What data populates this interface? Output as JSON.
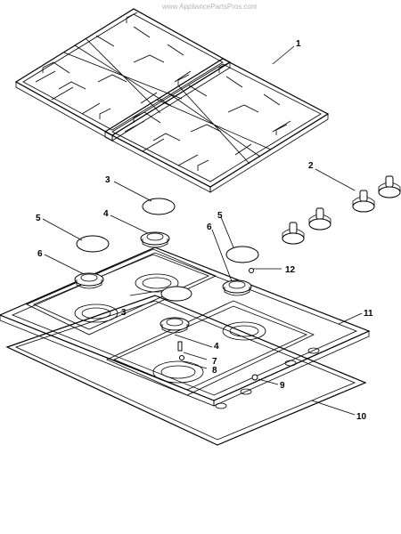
{
  "watermark": "www.AppliancePartsPros.com",
  "callouts": {
    "c1": "1",
    "c2": "2",
    "c3a": "3",
    "c3b": "3",
    "c4a": "4",
    "c4b": "4",
    "c5a": "5",
    "c5b": "5",
    "c6a": "6",
    "c6b": "6",
    "c7": "7",
    "c8": "8",
    "c9": "9",
    "c10": "10",
    "c11": "11",
    "c12": "12"
  }
}
